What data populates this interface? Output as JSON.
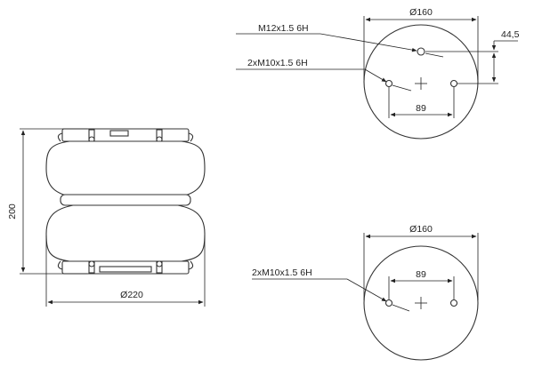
{
  "side_view": {
    "height_label": "200",
    "diameter_label": "Ø220"
  },
  "top_view": {
    "diameter_label": "Ø160",
    "center_thread_label": "M12x1.5 6H",
    "side_threads_label": "2xM10x1.5 6H",
    "hole_spacing_label": "89",
    "offset_label": "44,5"
  },
  "bottom_view": {
    "diameter_label": "Ø160",
    "threads_label": "2xM10x1.5 6H",
    "hole_spacing_label": "89"
  }
}
